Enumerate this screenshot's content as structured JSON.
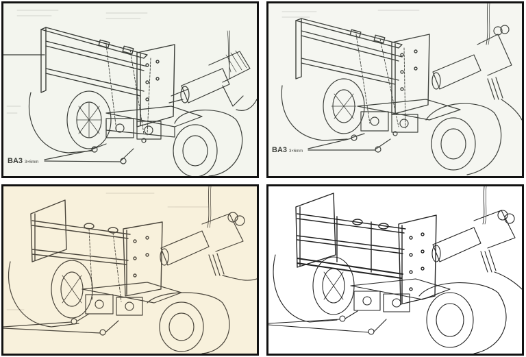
{
  "panels": [
    {
      "id": "panel-1",
      "paper": "#f3f5ee",
      "ink": "#3a3d38",
      "screw_label": {
        "part": "BA3",
        "size": "3×6mm"
      }
    },
    {
      "id": "panel-2",
      "paper": "#f5f6f1",
      "ink": "#3f423d",
      "screw_label": {
        "part": "BA3",
        "size": "3×6mm"
      }
    },
    {
      "id": "panel-3",
      "paper": "#f8f1dc",
      "ink": "#4b463c"
    },
    {
      "id": "panel-4",
      "paper": "#ffffff",
      "ink": "#222222"
    }
  ],
  "border_color": "#111111"
}
